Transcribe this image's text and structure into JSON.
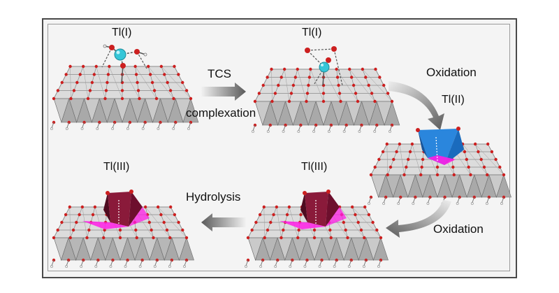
{
  "labels": {
    "tl1_a": "Tl(I)",
    "tl1_b": "Tl(I)",
    "tl2": "Tl(II)",
    "tl3_a": "Tl(III)",
    "tl3_b": "Tl(III)",
    "tcs": "TCS",
    "complexation": "complexation",
    "oxidation_a": "Oxidation",
    "oxidation_b": "Oxidation",
    "hydrolysis": "Hydrolysis"
  },
  "colors": {
    "slab_top": "#d9d9d9",
    "slab_side": "#bdbdbd",
    "oxygen": "#cc1f1f",
    "thallium_i": "#36c6d8",
    "thallium_ii_polyhedron": "#1f74c9",
    "thallium_iii_polyhedron": "#6d0f2d",
    "magenta_site": "#ff1ee6",
    "arrow": "#6a6a6a"
  }
}
